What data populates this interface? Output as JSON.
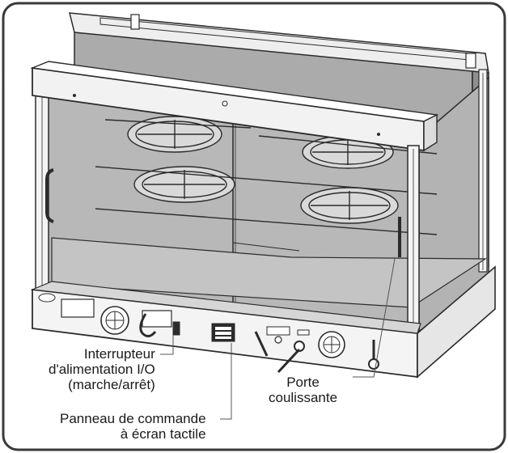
{
  "callouts": {
    "power_switch": {
      "line1": "Interrupteur",
      "line2": "d'alimentation I/O",
      "line3": "(marche/arrêt)"
    },
    "sliding_door": {
      "line1": "Porte",
      "line2": "coulissante"
    },
    "control_panel": {
      "line1": "Panneau de commande",
      "line2": "à écran tactile"
    }
  },
  "icons": {
    "power_switch": "rocker-switch-icon",
    "control_panel": "touchscreen-panel-icon",
    "fans": "fan-icon",
    "shelves": "rotating-rack-icon"
  },
  "colors": {
    "line": "#2b2b2b",
    "cabinet_glass": "#a9a9a9",
    "floor": "#bdbdbd",
    "frame": "#f4f4f4",
    "border": "#3a3a3a"
  }
}
